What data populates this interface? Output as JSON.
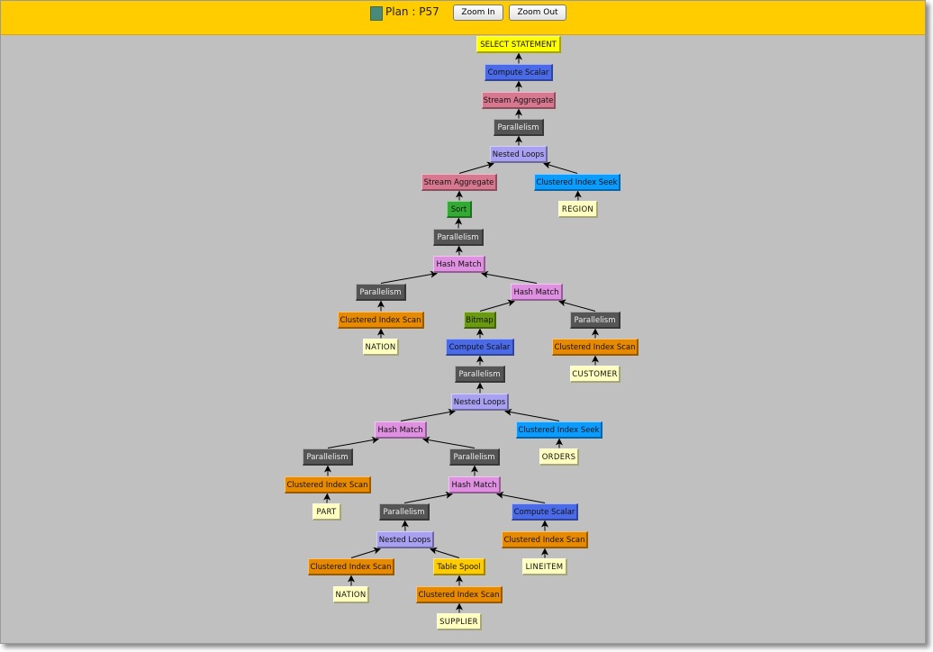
{
  "header": {
    "plan_label": "Plan : P57",
    "zoom_in": "Zoom In",
    "zoom_out": "Zoom Out",
    "swatch_color": "#4a8a7a"
  },
  "colors": {
    "select": "#ffff00",
    "compute": "#4a6ae8",
    "stream": "#d87890",
    "parallel": "#555555",
    "nested": "#a8a0f0",
    "seek": "#0a9cff",
    "table": "#ffffc0",
    "sort": "#33aa33",
    "hash": "#e090e0",
    "scan": "#e88a00",
    "bitmap": "#6a9a10",
    "spool": "#ffcc00"
  },
  "nodes": [
    {
      "label": "SELECT STATEMENT",
      "kind": "select",
      "parent": null
    },
    {
      "label": "Compute Scalar",
      "kind": "compute",
      "parent": 0
    },
    {
      "label": "Stream Aggregate",
      "kind": "stream",
      "parent": 1
    },
    {
      "label": "Parallelism",
      "kind": "parallel",
      "parent": 2
    },
    {
      "label": "Nested Loops",
      "kind": "nested",
      "parent": 3
    },
    {
      "label": "Stream Aggregate",
      "kind": "stream",
      "parent": 4
    },
    {
      "label": "Clustered Index Seek",
      "kind": "seek",
      "parent": 4
    },
    {
      "label": "REGION",
      "kind": "table",
      "parent": 6
    },
    {
      "label": "Sort",
      "kind": "sort",
      "parent": 5
    },
    {
      "label": "Parallelism",
      "kind": "parallel",
      "parent": 8
    },
    {
      "label": "Hash Match",
      "kind": "hash",
      "parent": 9
    },
    {
      "label": "Parallelism",
      "kind": "parallel",
      "parent": 10
    },
    {
      "label": "Hash Match",
      "kind": "hash",
      "parent": 10
    },
    {
      "label": "Clustered Index Scan",
      "kind": "scan",
      "parent": 11
    },
    {
      "label": "NATION",
      "kind": "table",
      "parent": 13
    },
    {
      "label": "Bitmap",
      "kind": "bitmap",
      "parent": 12
    },
    {
      "label": "Parallelism",
      "kind": "parallel",
      "parent": 12
    },
    {
      "label": "Compute Scalar",
      "kind": "compute",
      "parent": 15
    },
    {
      "label": "Clustered Index Scan",
      "kind": "scan",
      "parent": 16
    },
    {
      "label": "CUSTOMER",
      "kind": "table",
      "parent": 18
    },
    {
      "label": "Parallelism",
      "kind": "parallel",
      "parent": 17
    },
    {
      "label": "Nested Loops",
      "kind": "nested",
      "parent": 20
    },
    {
      "label": "Hash Match",
      "kind": "hash",
      "parent": 21
    },
    {
      "label": "Clustered Index Seek",
      "kind": "seek",
      "parent": 21
    },
    {
      "label": "ORDERS",
      "kind": "table",
      "parent": 23
    },
    {
      "label": "Parallelism",
      "kind": "parallel",
      "parent": 22
    },
    {
      "label": "Parallelism",
      "kind": "parallel",
      "parent": 22
    },
    {
      "label": "Clustered Index Scan",
      "kind": "scan",
      "parent": 25
    },
    {
      "label": "PART",
      "kind": "table",
      "parent": 27
    },
    {
      "label": "Hash Match",
      "kind": "hash",
      "parent": 26
    },
    {
      "label": "Parallelism",
      "kind": "parallel",
      "parent": 29
    },
    {
      "label": "Compute Scalar",
      "kind": "compute",
      "parent": 29
    },
    {
      "label": "Nested Loops",
      "kind": "nested",
      "parent": 30
    },
    {
      "label": "Clustered Index Scan",
      "kind": "scan",
      "parent": 31
    },
    {
      "label": "LINEITEM",
      "kind": "table",
      "parent": 33
    },
    {
      "label": "Clustered Index Scan",
      "kind": "scan",
      "parent": 32
    },
    {
      "label": "Table Spool",
      "kind": "spool",
      "parent": 32
    },
    {
      "label": "NATION",
      "kind": "table",
      "parent": 35
    },
    {
      "label": "Clustered Index Scan",
      "kind": "scan",
      "parent": 36
    },
    {
      "label": "SUPPLIER",
      "kind": "table",
      "parent": 38
    }
  ]
}
